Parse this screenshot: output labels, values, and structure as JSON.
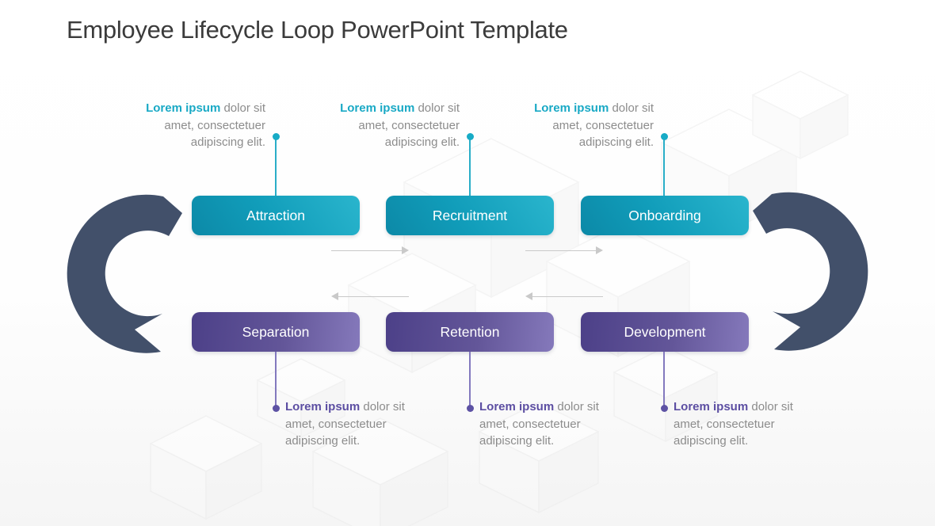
{
  "title": "Employee Lifecycle Loop PowerPoint Template",
  "stages": {
    "top": [
      {
        "label": "Attraction",
        "note_lead": "Lorem ipsum",
        "note_rest": "dolor sit amet, consectetuer adipiscing elit."
      },
      {
        "label": "Recruitment",
        "note_lead": "Lorem ipsum",
        "note_rest": "dolor sit amet, consectetuer adipiscing elit."
      },
      {
        "label": "Onboarding",
        "note_lead": "Lorem ipsum",
        "note_rest": "dolor sit amet, consectetuer adipiscing elit."
      }
    ],
    "bottom": [
      {
        "label": "Separation",
        "note_lead": "Lorem ipsum",
        "note_rest": "dolor sit amet, consectetuer adipiscing elit."
      },
      {
        "label": "Retention",
        "note_lead": "Lorem ipsum",
        "note_rest": "dolor sit amet, consectetuer adipiscing elit."
      },
      {
        "label": "Development",
        "note_lead": "Lorem ipsum",
        "note_rest": "dolor sit amet, consectetuer adipiscing elit."
      }
    ]
  },
  "colors": {
    "teal_accent": "#19a9c5",
    "teal_box_light": "#2ab5cd",
    "teal_box_dark": "#0c89a7",
    "purple_accent": "#5c4ea2",
    "purple_box_dark": "#4c4088",
    "purple_box_light": "#8579bb",
    "loop_arrow_slate": "#42506a",
    "flow_arrow_gray": "#c9c9c9",
    "note_text_gray": "#8c8c8c",
    "title_text": "#3b3b3b"
  }
}
